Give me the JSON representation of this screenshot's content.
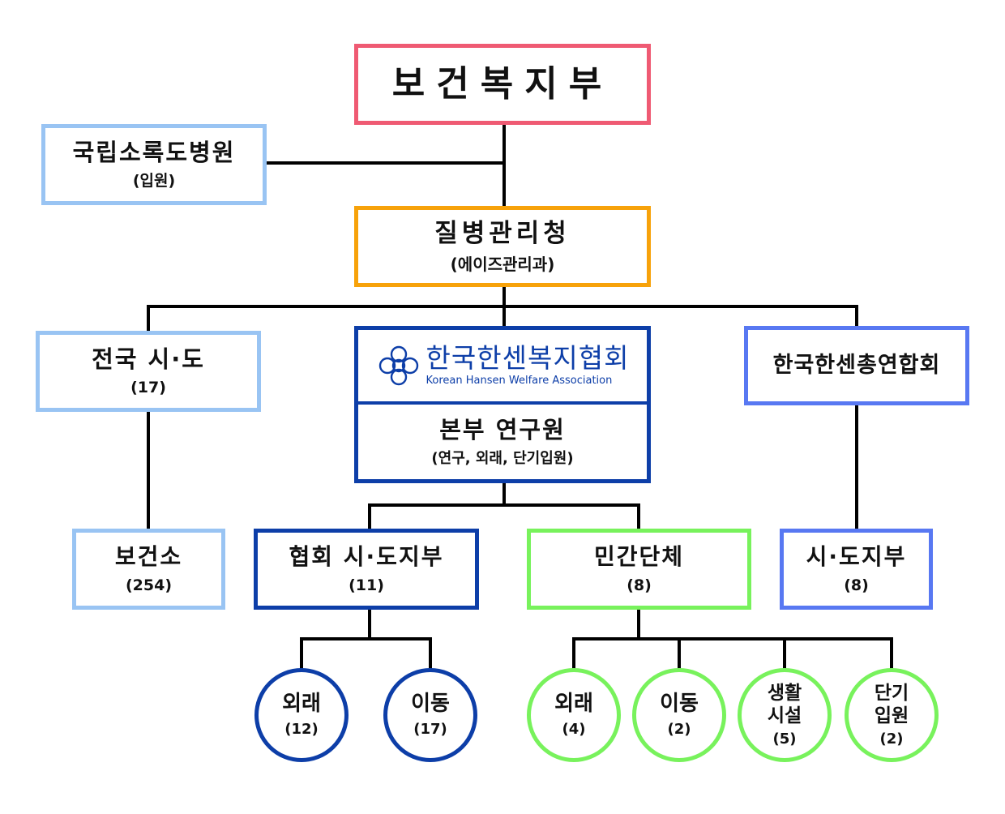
{
  "colors": {
    "ministry": "#ef5a73",
    "kdca": "#f7a20a",
    "light_blue": "#99c4f3",
    "dark_blue": "#0d3ea8",
    "green": "#78f25c",
    "periwinkle": "#5878f2",
    "line": "#000000"
  },
  "ministry": {
    "title": "보건복지부"
  },
  "sorokdo": {
    "title": "국립소록도병원",
    "sub": "(입원)"
  },
  "kdca": {
    "title": "질병관리청",
    "sub": "(에이즈관리과)"
  },
  "provinces": {
    "title": "전국 시·도",
    "sub": "(17)"
  },
  "kfwa": {
    "logo_name_ko": "한국한센복지협회",
    "logo_name_en": "Korean Hansen Welfare Association",
    "logo_icon": "association-emblem-icon",
    "title": "본부 연구원",
    "sub": "(연구, 외래, 단기입원)"
  },
  "federation": {
    "title": "한국한센총연합회"
  },
  "health_centers": {
    "title": "보건소",
    "sub": "(254)"
  },
  "branches": {
    "title": "협회 시·도지부",
    "sub": "(11)"
  },
  "private": {
    "title": "민간단체",
    "sub": "(8)"
  },
  "fed_branches": {
    "title": "시·도지부",
    "sub": "(8)"
  },
  "circles": [
    {
      "line1": "외래",
      "sub": "(12)"
    },
    {
      "line1": "이동",
      "sub": "(17)"
    },
    {
      "line1": "외래",
      "sub": "(4)"
    },
    {
      "line1": "이동",
      "sub": "(2)"
    },
    {
      "line1": "생활",
      "line2": "시설",
      "sub": "(5)"
    },
    {
      "line1": "단기",
      "line2": "입원",
      "sub": "(2)"
    }
  ]
}
